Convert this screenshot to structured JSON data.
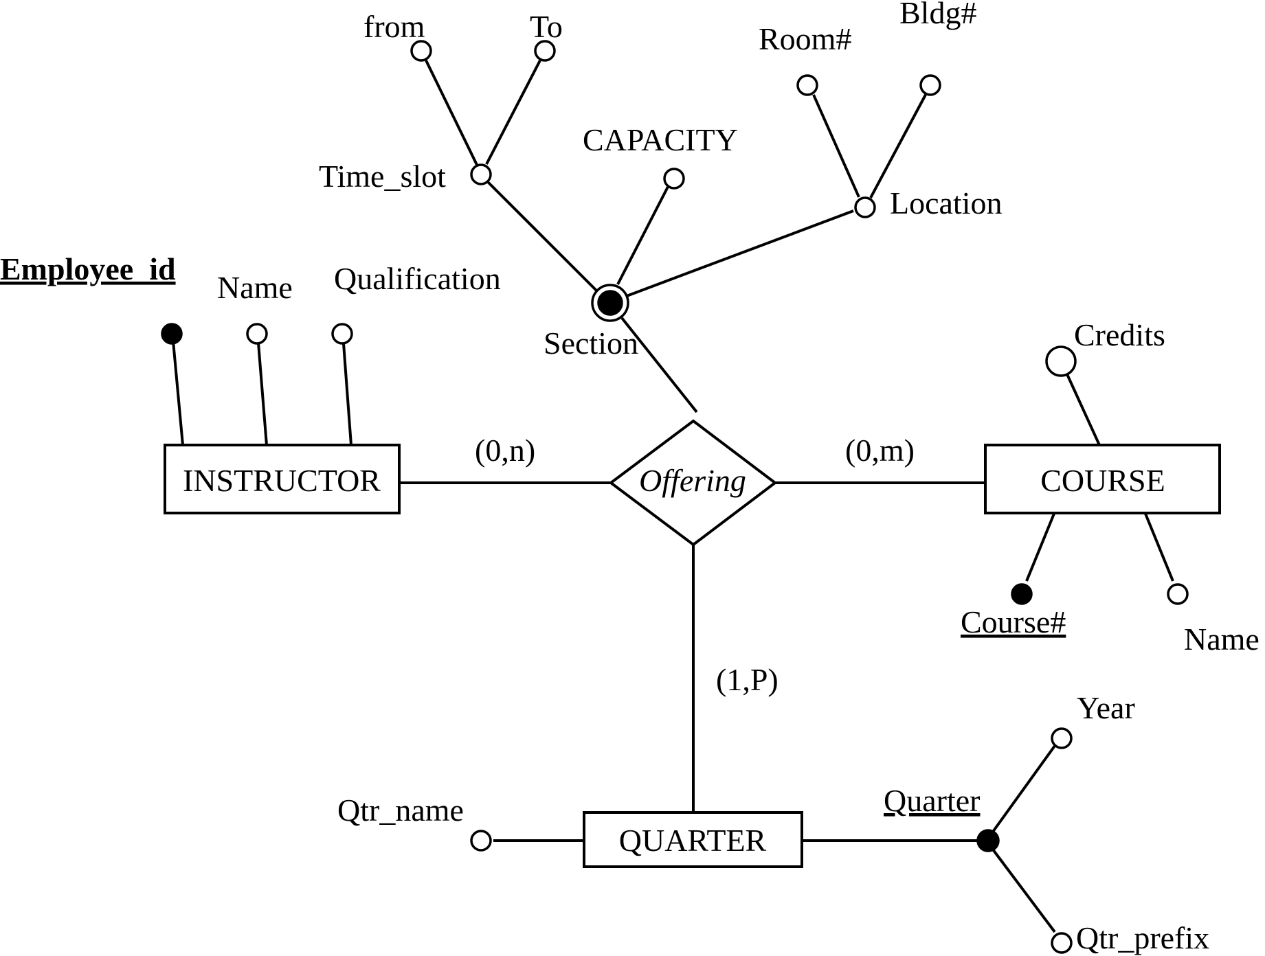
{
  "entities": {
    "instructor": "INSTRUCTOR",
    "course": "COURSE",
    "quarter": "QUARTER"
  },
  "relationship": {
    "offering": "Offering"
  },
  "cardinalities": {
    "instructor": "(0,n)",
    "course": "(0,m)",
    "quarter": "(1,P)"
  },
  "attributes": {
    "employee_id": "Employee_id",
    "instructor_name": "Name",
    "qualification": "Qualification",
    "section": "Section",
    "time_slot": "Time_slot",
    "from": "from",
    "to": "To",
    "capacity": "CAPACITY",
    "location": "Location",
    "room": "Room#",
    "bldg": "Bldg#",
    "credits": "Credits",
    "course_no": "Course#",
    "course_name": "Name",
    "qtr_name": "Qtr_name",
    "quarter_key": "Quarter",
    "year": "Year",
    "qtr_prefix": "Qtr_prefix"
  }
}
